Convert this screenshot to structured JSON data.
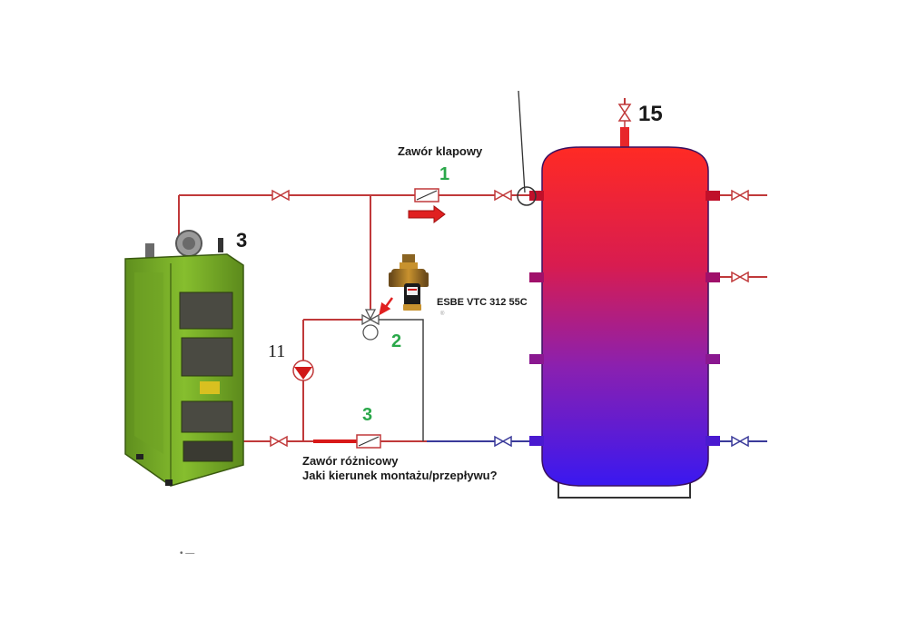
{
  "labels": {
    "valve_flap_title": "Zawór klapowy",
    "num_1": "1",
    "num_2": "2",
    "num_3_boiler": "3",
    "num_3_valve": "3",
    "num_11": "11",
    "num_15": "15",
    "esbe": "ESBE  VTC 312 55C",
    "diff_valve_title": "Zawór różnicowy",
    "diff_valve_question": "Jaki kierunek montażu/przepływu?",
    "esbe_mark": "®",
    "stray_mark": "• —"
  },
  "colors": {
    "pipe_hot": "#c0393a",
    "pipe_cold": "#3a3a9a",
    "bypass_pipe": "#444444",
    "num_green": "#2aa84a",
    "boiler_green": "#7cb32c",
    "tank_top": "#ff2a2a",
    "tank_bottom": "#3a1aee",
    "arrow_red": "#e02020"
  }
}
